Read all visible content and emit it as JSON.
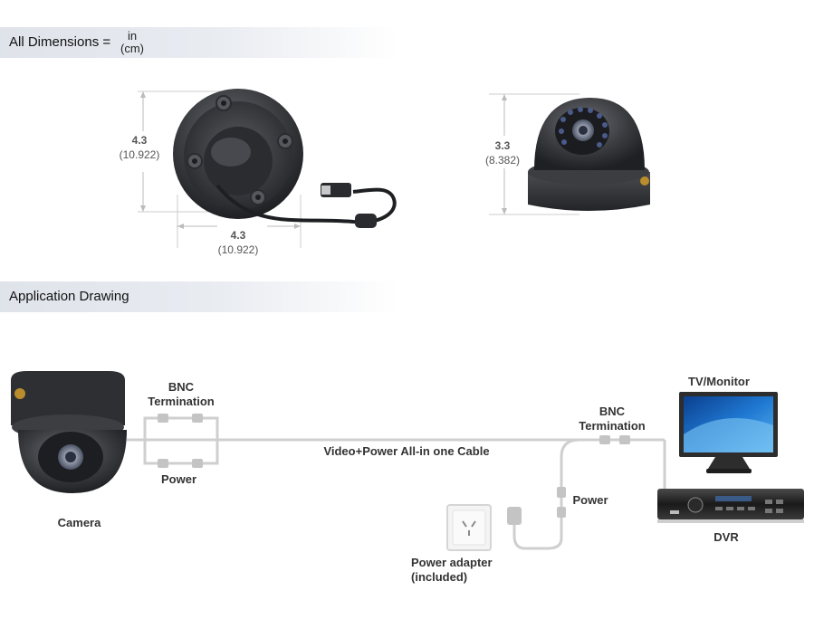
{
  "dimensions_section": {
    "title": "All Dimensions =",
    "unit_top": "in",
    "unit_bottom": "(cm)"
  },
  "camera_back": {
    "height_in": "4.3",
    "height_cm": "(10.922)",
    "width_in": "4.3",
    "width_cm": "(10.922)"
  },
  "camera_front": {
    "height_in": "3.3",
    "height_cm": "(8.382)"
  },
  "application_section": {
    "title": "Application Drawing"
  },
  "diagram": {
    "camera": "Camera",
    "bnc_left_line1": "BNC",
    "bnc_left_line2": "Termination",
    "power_left": "Power",
    "cable": "Video+Power All-in one Cable",
    "bnc_right_line1": "BNC",
    "bnc_right_line2": "Termination",
    "power_right": "Power",
    "power_adapter_line1": "Power adapter",
    "power_adapter_line2": "(included)",
    "tv_monitor": "TV/Monitor",
    "dvr": "DVR"
  }
}
